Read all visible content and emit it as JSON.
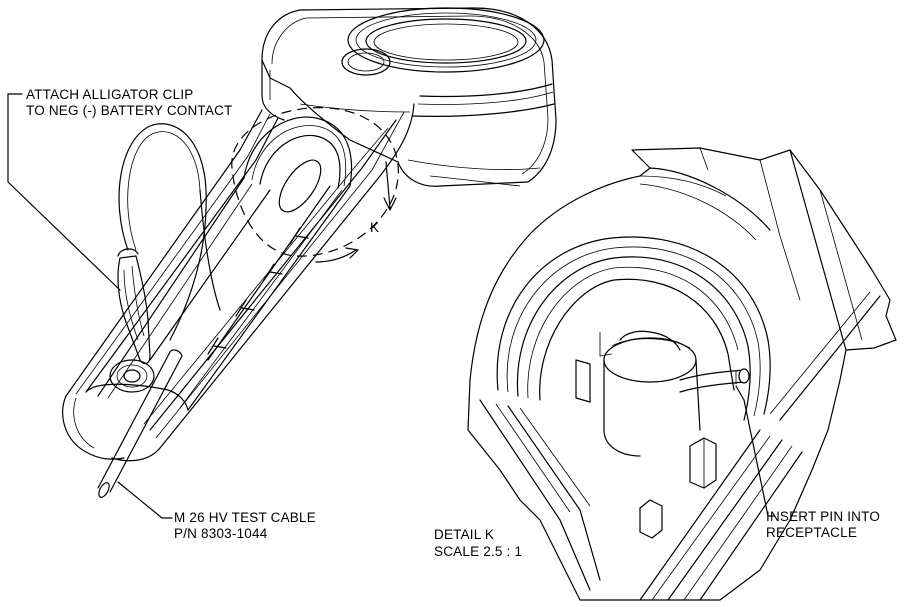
{
  "callouts": {
    "alligator_line1": "ATTACH ALLIGATOR CLIP",
    "alligator_line2": "TO NEG (-) BATTERY CONTACT",
    "cable_line1": "M 26 HV TEST CABLE",
    "cable_line2": "P/N 8303-1044",
    "detail_marker": "K",
    "pin_line1": "INSERT PIN INTO",
    "pin_line2": "RECEPTACLE"
  },
  "detail": {
    "title": "DETAIL  K",
    "scale": "SCALE 2.5 : 1"
  },
  "colors": {
    "line": "#000000",
    "background": "#ffffff"
  }
}
